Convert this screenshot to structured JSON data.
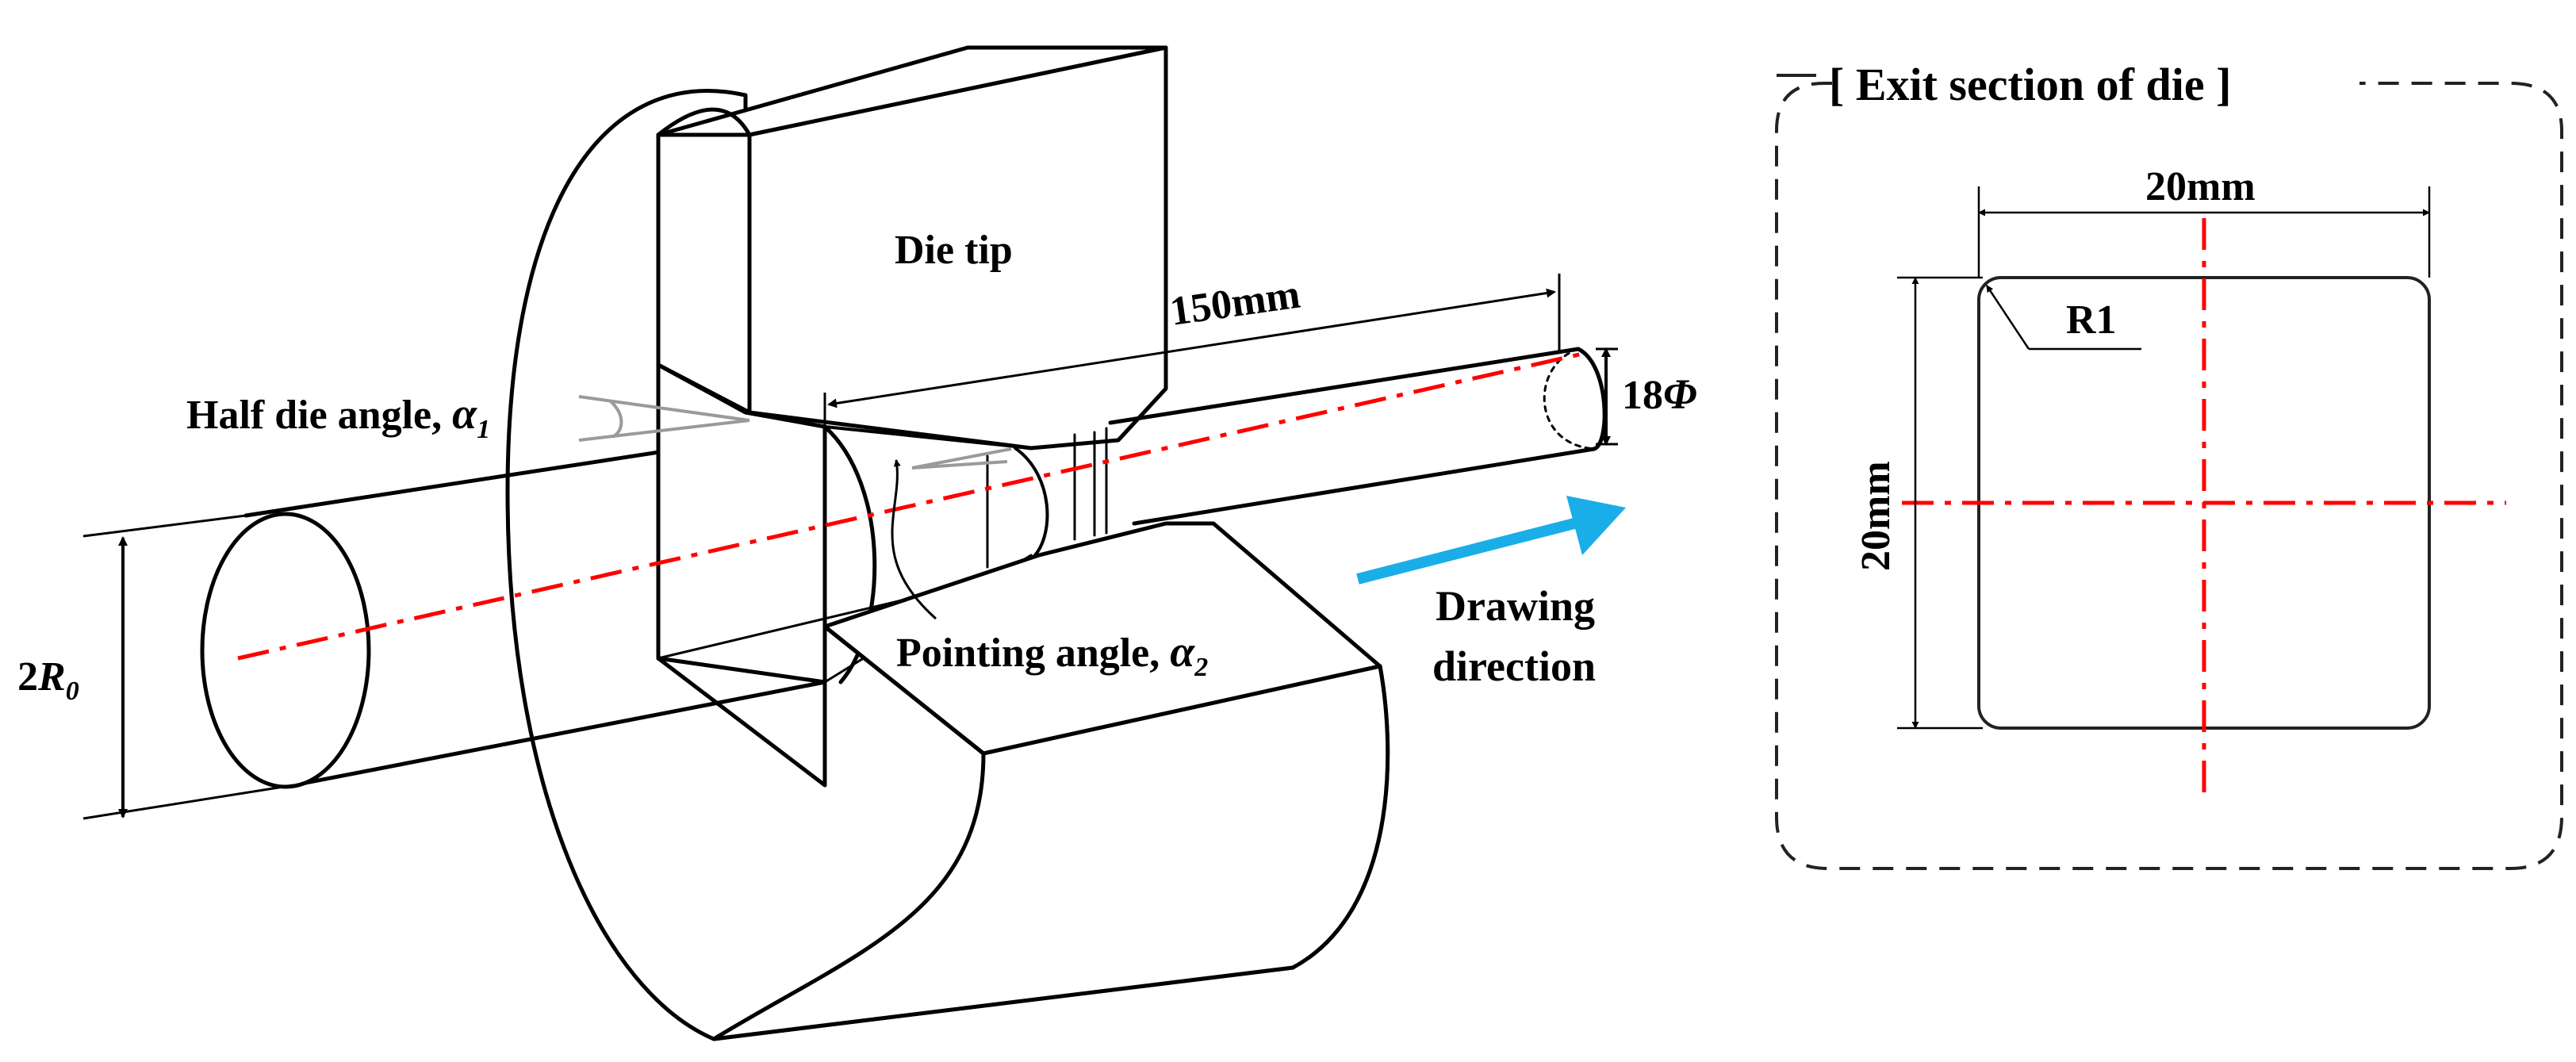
{
  "labels": {
    "die_tip": "Die tip",
    "length": "150mm",
    "half_die_angle": "Half die angle,",
    "alpha1_symbol": "α",
    "alpha1_sub": "1",
    "diameter_value": "18",
    "diameter_symbol": "Φ",
    "initial_diameter_coef": "2",
    "initial_radius_symbol": "R",
    "initial_radius_sub": "0",
    "pointing_angle": "Pointing angle,",
    "alpha2_symbol": "α",
    "alpha2_sub": "2",
    "drawing_line1": "Drawing",
    "drawing_line2": "direction",
    "exit_section_title": "[ Exit section of die ]",
    "exit_width": "20mm",
    "exit_height": "20mm",
    "corner_radius": "R1"
  },
  "colors": {
    "outline": "#000000",
    "centerline": "#ff0000",
    "arrow": "#1aaee8",
    "angle_lines": "#9a9a9a",
    "dashed_frame": "#222222"
  },
  "icons": {
    "direction_arrow": "arrow-right-icon"
  }
}
